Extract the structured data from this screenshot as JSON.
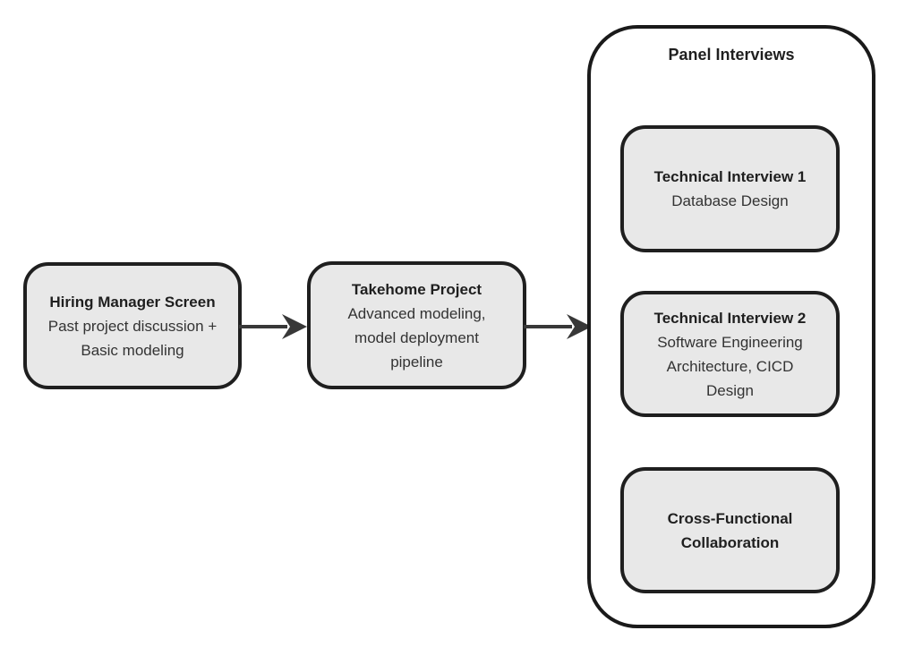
{
  "colors": {
    "background": "#ffffff",
    "node_fill": "#e8e8e8",
    "node_border": "#1f1f1f",
    "container_fill": "#ffffff",
    "container_border": "#1a1a1a",
    "arrow": "#383838",
    "text_heading": "#1f1f1f",
    "text_body": "#333333"
  },
  "diagram": {
    "nodes": [
      {
        "id": "hiring-manager-screen",
        "title_lines": [
          "Hiring Manager Screen"
        ],
        "body_lines": [
          "Past project discussion +",
          "Basic modeling"
        ]
      },
      {
        "id": "takehome-project",
        "title_lines": [
          "Takehome Project"
        ],
        "body_lines": [
          "Advanced modeling,",
          "model deployment",
          "pipeline"
        ]
      }
    ],
    "panel": {
      "title": "Panel Interviews",
      "items": [
        {
          "id": "technical-interview-1",
          "title_lines": [
            "Technical Interview 1"
          ],
          "body_lines": [
            "Database Design"
          ]
        },
        {
          "id": "technical-interview-2",
          "title_lines": [
            "Technical Interview 2"
          ],
          "body_lines": [
            "Software Engineering",
            "Architecture, CICD",
            "Design"
          ]
        },
        {
          "id": "cross-functional-collaboration",
          "title_lines": [
            "Cross-Functional",
            "Collaboration"
          ],
          "body_lines": []
        }
      ]
    },
    "arrows": [
      {
        "id": "arrow-stage1-to-stage2"
      },
      {
        "id": "arrow-stage2-to-panel"
      }
    ]
  }
}
